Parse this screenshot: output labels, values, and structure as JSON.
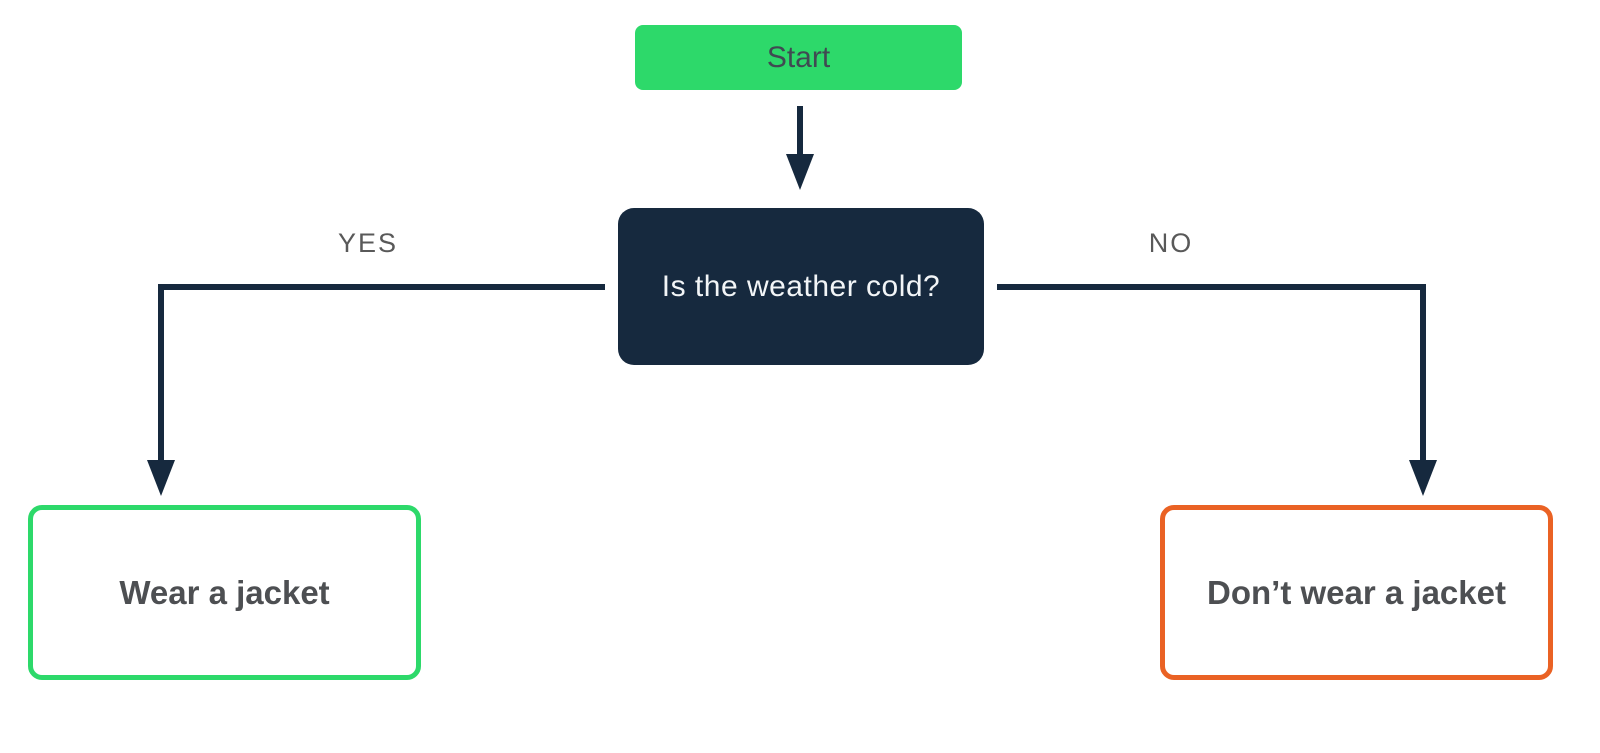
{
  "colors": {
    "background": "#FFFFFF",
    "green": "#2DD96A",
    "navy": "#16293E",
    "orange": "#EA6224",
    "label-gray": "#595959",
    "start-text": "#404A52",
    "result-text": "#4D4F52",
    "decision-text": "#F2F5F7"
  },
  "nodes": {
    "start": {
      "label": "Start"
    },
    "decision": {
      "label": "Is the weather cold?"
    },
    "yes_result": {
      "label": "Wear a jacket"
    },
    "no_result": {
      "label": "Don’t wear a jacket"
    }
  },
  "edges": {
    "yes": {
      "label": "YES"
    },
    "no": {
      "label": "NO"
    }
  }
}
